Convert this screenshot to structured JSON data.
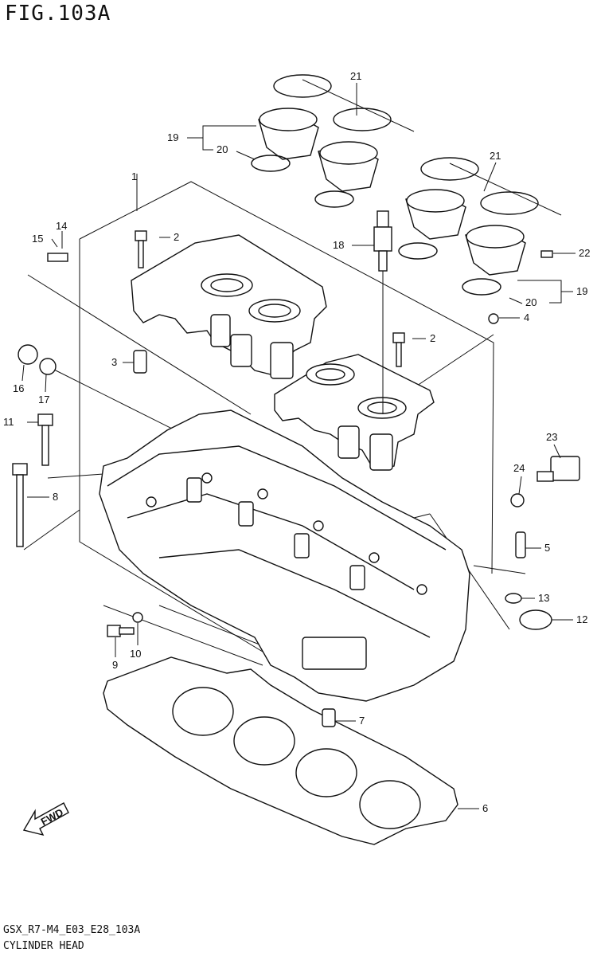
{
  "title": "FIG.103A",
  "footer": {
    "code": "GSX_R7-M4_E03_E28_103A",
    "name": "CYLINDER HEAD"
  },
  "fwd_label": "FWD",
  "callouts": {
    "c1": "1",
    "c2a": "2",
    "c2b": "2",
    "c3": "3",
    "c4": "4",
    "c5": "5",
    "c6": "6",
    "c7": "7",
    "c8": "8",
    "c9": "9",
    "c10": "10",
    "c11": "11",
    "c12": "12",
    "c13": "13",
    "c14": "14",
    "c15": "15",
    "c16": "16",
    "c17": "17",
    "c18": "18",
    "c19a": "19",
    "c19b": "19",
    "c20a": "20",
    "c20b": "20",
    "c21a": "21",
    "c21b": "21",
    "c22": "22",
    "c23": "23",
    "c24": "24"
  }
}
